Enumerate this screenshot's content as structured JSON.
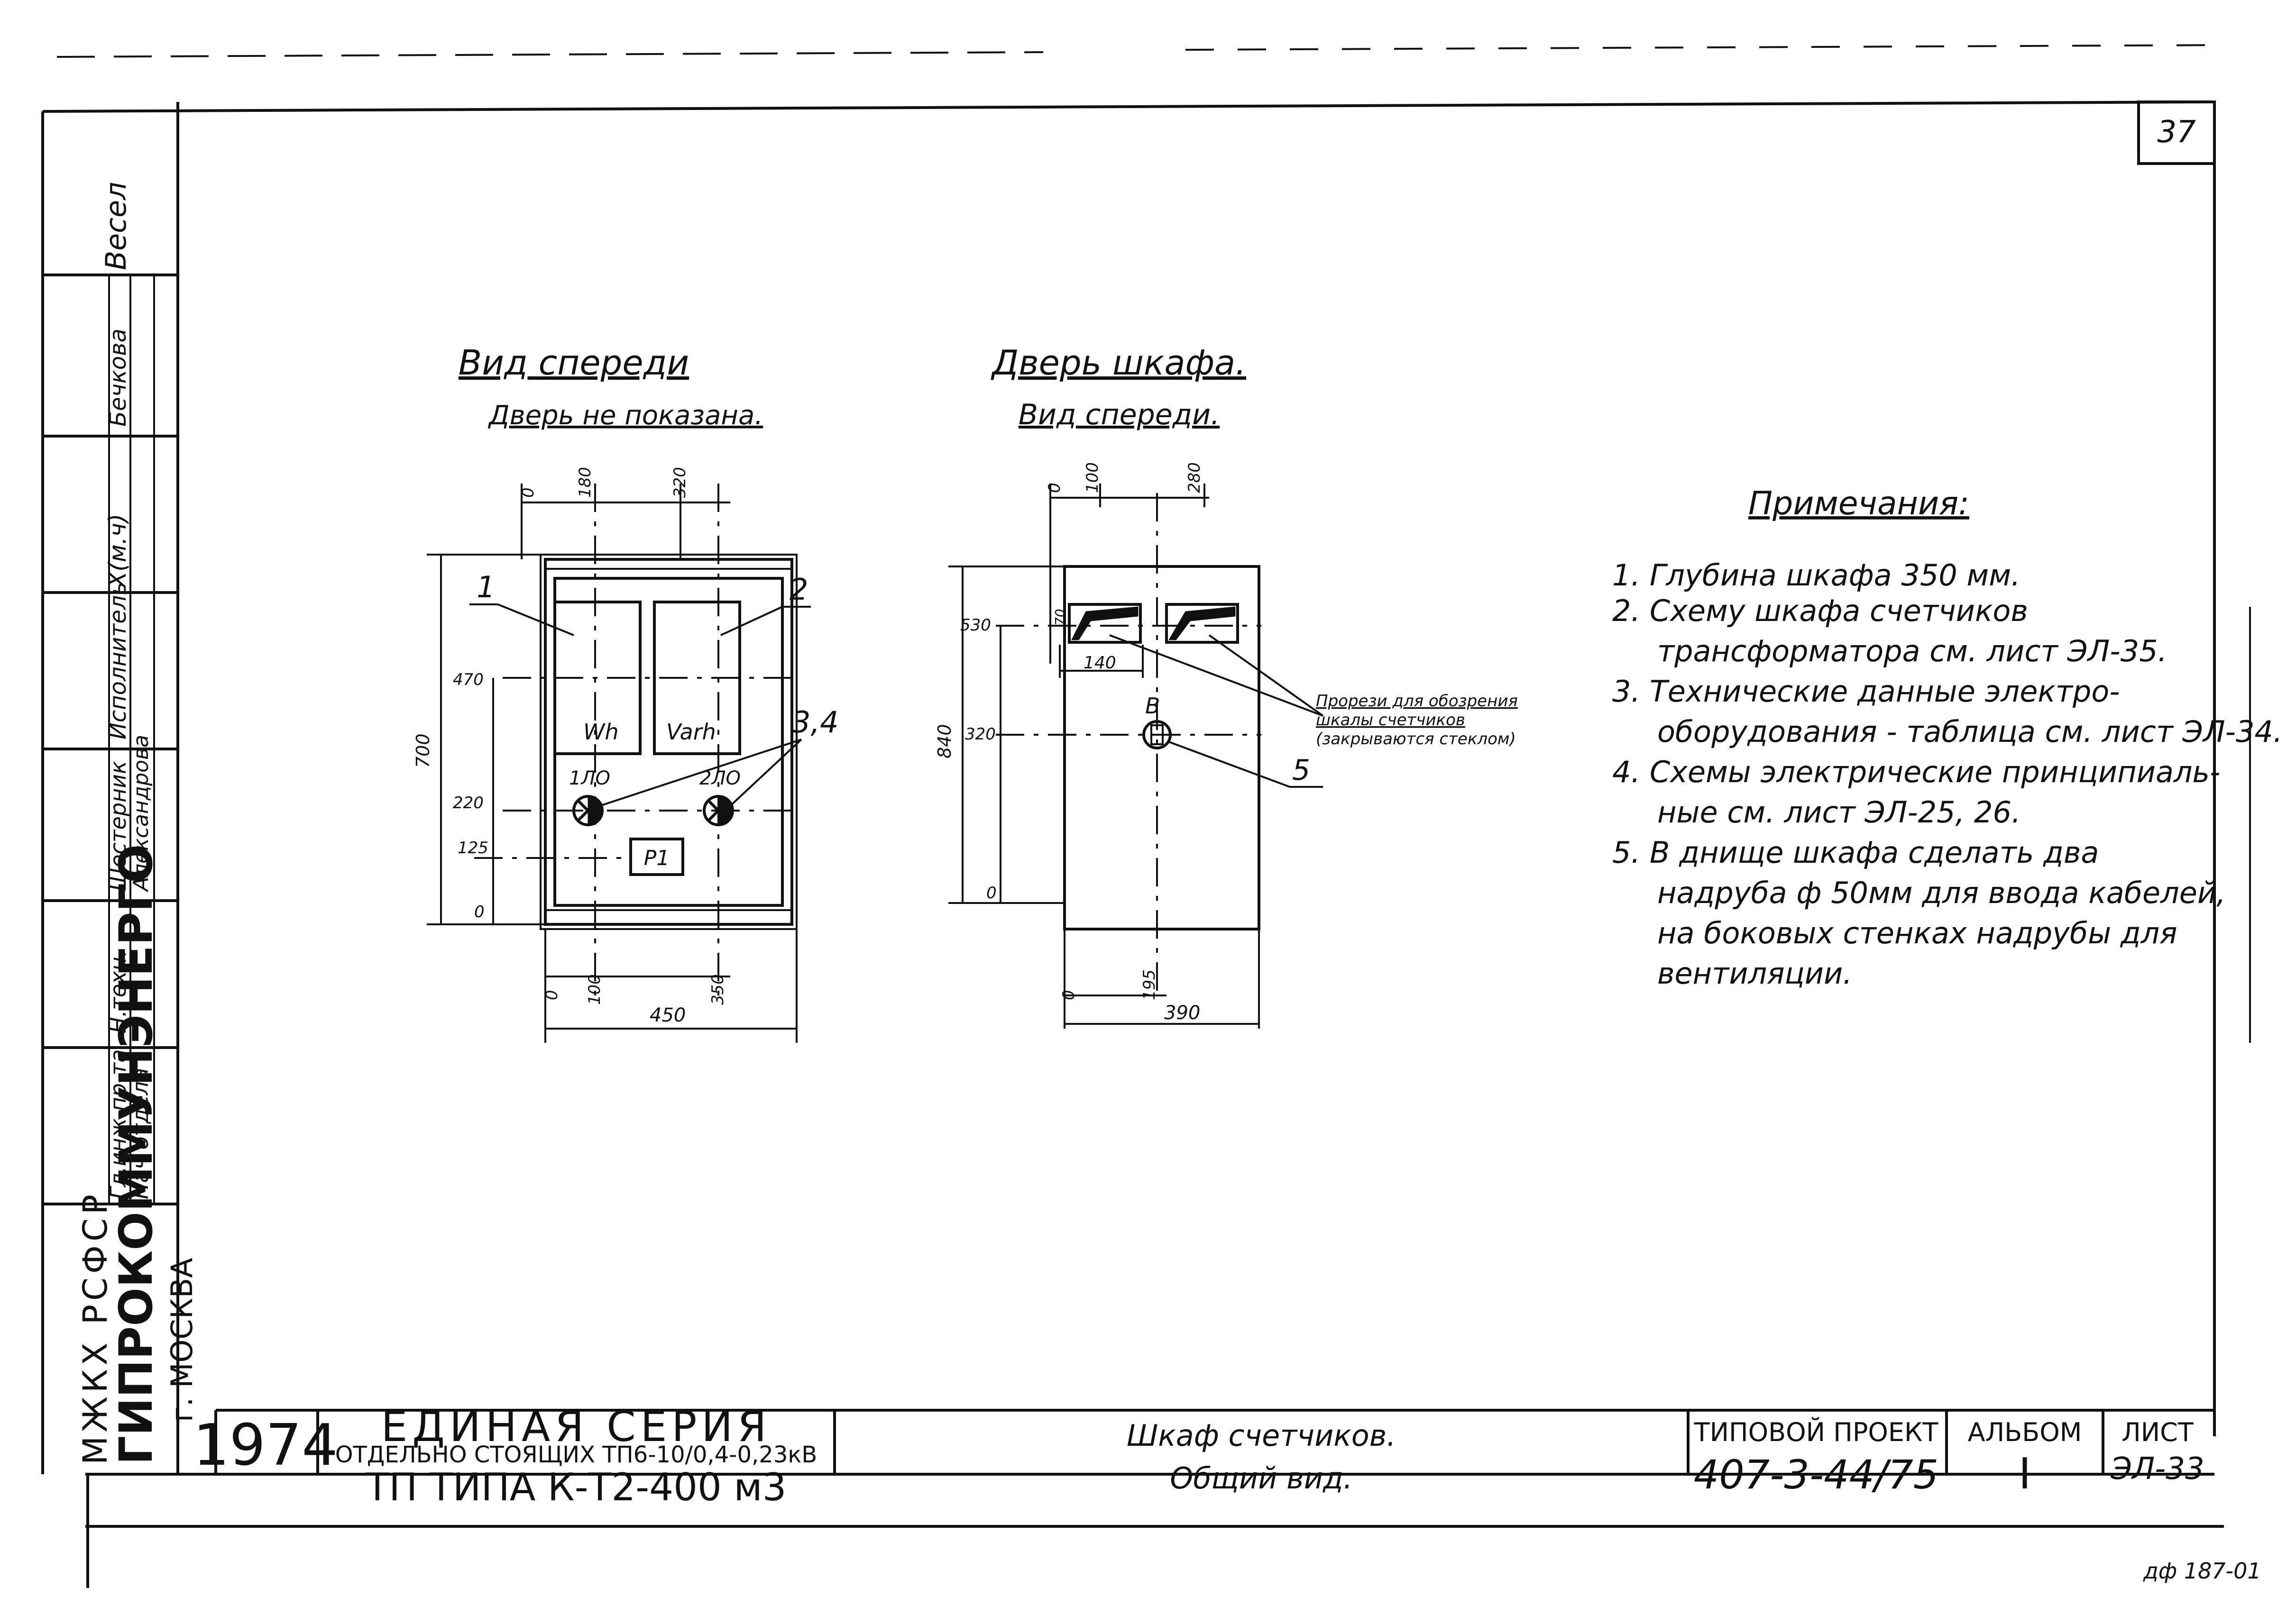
{
  "sheet": {
    "page_number": "37",
    "corner_mark": "дф 187-01"
  },
  "front_view": {
    "title": "Вид спереди",
    "subtitle": "Дверь не показана.",
    "meters": {
      "left": "Wh",
      "right": "Varh"
    },
    "lamps": {
      "left": "1ЛО",
      "right": "2ЛО"
    },
    "relay": "P1",
    "callouts": {
      "one": "1",
      "two": "2",
      "three_four": "3,4"
    },
    "dims_top": {
      "zero": "0",
      "a": "180",
      "b": "320"
    },
    "dims_left": {
      "h700": "700",
      "l470": "470",
      "l220": "220",
      "l125": "125",
      "l0": "0"
    },
    "dims_bottom": {
      "zero": "0",
      "a": "100",
      "b": "350",
      "w450": "450"
    }
  },
  "door_view": {
    "title": "Дверь шкафа.",
    "subtitle": "Вид спереди.",
    "dims_top": {
      "zero": "0",
      "a": "100",
      "b": "280"
    },
    "dims_left": {
      "h840": "840",
      "l530": "530",
      "l320": "320",
      "l0": "0"
    },
    "dim_70": "70",
    "dim_140": "140",
    "label_b": "В",
    "callout_5": "5",
    "slot_note": [
      "Прорези для обозрения",
      "шкалы счетчиков",
      "(закрываются стеклом)"
    ],
    "dims_bottom": {
      "zero": "0",
      "a": "195",
      "w390": "390"
    }
  },
  "notes": {
    "title": "Примечания:",
    "items": [
      "1. Глубина шкафа 350 мм.",
      "2. Схему шкафа счетчиков",
      "трансформатора см. лист ЭЛ-35.",
      "3. Технические данные электро-",
      "оборудования - таблица см. лист ЭЛ-34.",
      "4. Схемы электрические принципиаль-",
      "ные см. лист ЭЛ-25, 26.",
      "5. В днище шкафа сделать два",
      "надруба ф 50мм для ввода кабелей,",
      "на боковых стенках надрубы для",
      "вентиляции."
    ]
  },
  "side_stamp": {
    "org1": "МЖКХ РСФСР",
    "org2": "ГИПРОКОММУНЭНЕРГО",
    "city": "г. МОСКВА",
    "rows": [
      {
        "role": "Гл.инж.пр-та",
        "name": ""
      },
      {
        "role": "Нач отдела",
        "name": ""
      },
      {
        "role": "Н.техн.",
        "name": "Шестерник"
      },
      {
        "role": "",
        "name": "Александрова"
      },
      {
        "role": "Исполнитель",
        "name": ""
      },
      {
        "role": "",
        "name": "Бечкова"
      }
    ]
  },
  "title_block": {
    "year": "1974",
    "series_title": "ЕДИНАЯ СЕРИЯ",
    "series_line2": "ОТДЕЛЬНО СТОЯЩИХ ТП6-10/0,4-0,23кВ",
    "series_line3": "ТП ТИПА К-Т2-400 м3",
    "drawing_name_1": "Шкаф счетчиков.",
    "drawing_name_2": "Общий вид.",
    "project_label": "ТИПОВОЙ ПРОЕКТ",
    "project_number": "407-3-44/75",
    "album_label": "АЛЬБОМ",
    "album_value": "I",
    "sheet_label": "ЛИСТ",
    "sheet_value": "ЭЛ-33"
  }
}
